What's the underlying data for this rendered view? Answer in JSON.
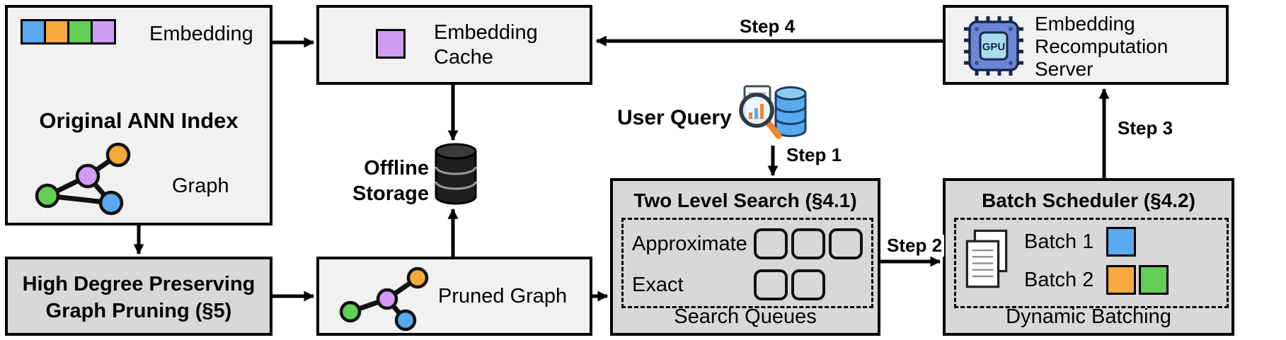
{
  "colors": {
    "blue": "#58a9ee",
    "orange": "#f6a93c",
    "green": "#62ce54",
    "purple": "#d09df3",
    "box_light": "#f1f1f1",
    "box_gray": "#d8d8d8",
    "handle_orange": "#ef862d"
  },
  "ann_index": {
    "embedding_label": "Embedding",
    "title": "Original ANN Index",
    "graph_label": "Graph"
  },
  "embedding_cache": {
    "line1": "Embedding",
    "line2": "Cache"
  },
  "offline_storage": {
    "line1": "Offline",
    "line2": "Storage"
  },
  "user_query": {
    "label": "User Query"
  },
  "recomputation_server": {
    "line1": "Embedding",
    "line2": "Recomputation",
    "line3": "Server",
    "chip_label": "GPU"
  },
  "two_level_search": {
    "title": "Two Level Search (§4.1)",
    "approximate_label": "Approximate",
    "exact_label": "Exact",
    "footer": "Search Queues"
  },
  "batch_scheduler": {
    "title": "Batch Scheduler (§4.2)",
    "batch1_label": "Batch 1",
    "batch2_label": "Batch 2",
    "footer": "Dynamic Batching"
  },
  "graph_pruning": {
    "line1": "High Degree Preserving",
    "line2": "Graph Pruning (§5)"
  },
  "pruned_graph": {
    "label": "Pruned Graph"
  },
  "steps": {
    "step1": "Step 1",
    "step2": "Step 2",
    "step3": "Step 3",
    "step4": "Step 4"
  }
}
